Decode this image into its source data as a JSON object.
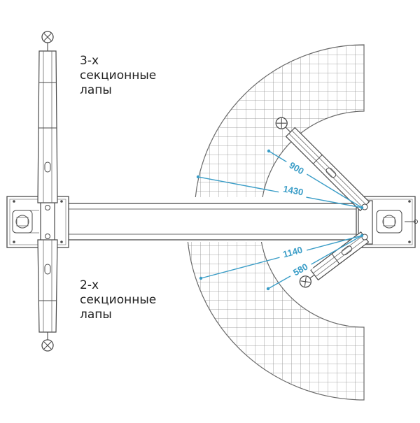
{
  "labels": {
    "top": {
      "line1": "3-х",
      "line2": "секционные",
      "line3": "лапы"
    },
    "bottom": {
      "line1": "2-х",
      "line2": "секционные",
      "line3": "лапы"
    }
  },
  "dimensions": {
    "d900": "900",
    "d1430": "1430",
    "d1140": "1140",
    "d580": "580"
  },
  "colors": {
    "line": "#5a5a5a",
    "dimension": "#3a9dc7",
    "background": "#ffffff"
  }
}
